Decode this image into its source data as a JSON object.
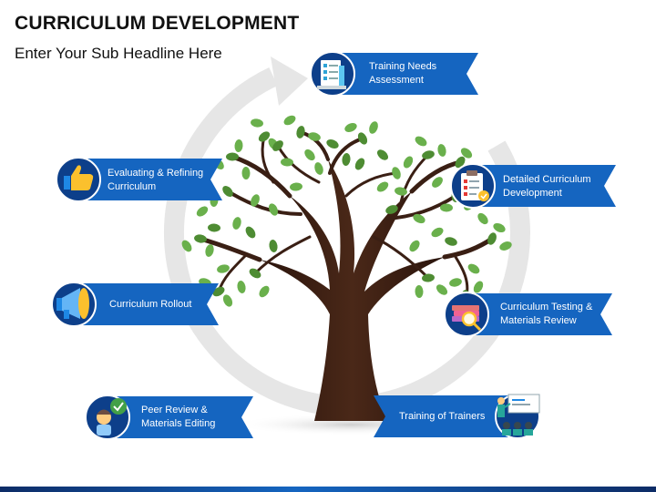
{
  "header": {
    "title": "CURRICULUM DEVELOPMENT",
    "subtitle": "Enter Your Sub Headline Here"
  },
  "colors": {
    "banner": "#1565c0",
    "banner_dark": "#0d3f8a",
    "ring": "#e3e3e3",
    "trunk": "#3a1f14",
    "leaf": "#6ab04c",
    "leaf_dark": "#4e8c33"
  },
  "steps": [
    {
      "id": "training-needs-assessment",
      "label": "Training Needs Assessment",
      "lines": [
        "Training Needs",
        "Assessment"
      ],
      "icon": "checklist-icon"
    },
    {
      "id": "detailed-curriculum-development",
      "label": "Detailed Curriculum Development",
      "lines": [
        "Detailed Curriculum",
        "Development"
      ],
      "icon": "clipboard-check-icon"
    },
    {
      "id": "curriculum-testing",
      "label": "Curriculum Testing & Materials Review",
      "lines": [
        "Curriculum Testing &",
        "Materials Review"
      ],
      "icon": "books-magnifier-icon"
    },
    {
      "id": "training-of-trainers",
      "label": "Training of Trainers",
      "lines": [
        "Training of Trainers"
      ],
      "icon": "presenter-audience-icon"
    },
    {
      "id": "peer-review",
      "label": "Peer Review & Materials Editing",
      "lines": [
        "Peer Review &",
        "Materials Editing"
      ],
      "icon": "reviewer-check-icon"
    },
    {
      "id": "curriculum-rollout",
      "label": "Curriculum Rollout",
      "lines": [
        "Curriculum Rollout"
      ],
      "icon": "megaphone-icon"
    },
    {
      "id": "evaluating-refining",
      "label": "Evaluating & Refining Curriculum",
      "lines": [
        "Evaluating & Refining",
        "Curriculum"
      ],
      "icon": "thumbs-up-icon"
    }
  ]
}
